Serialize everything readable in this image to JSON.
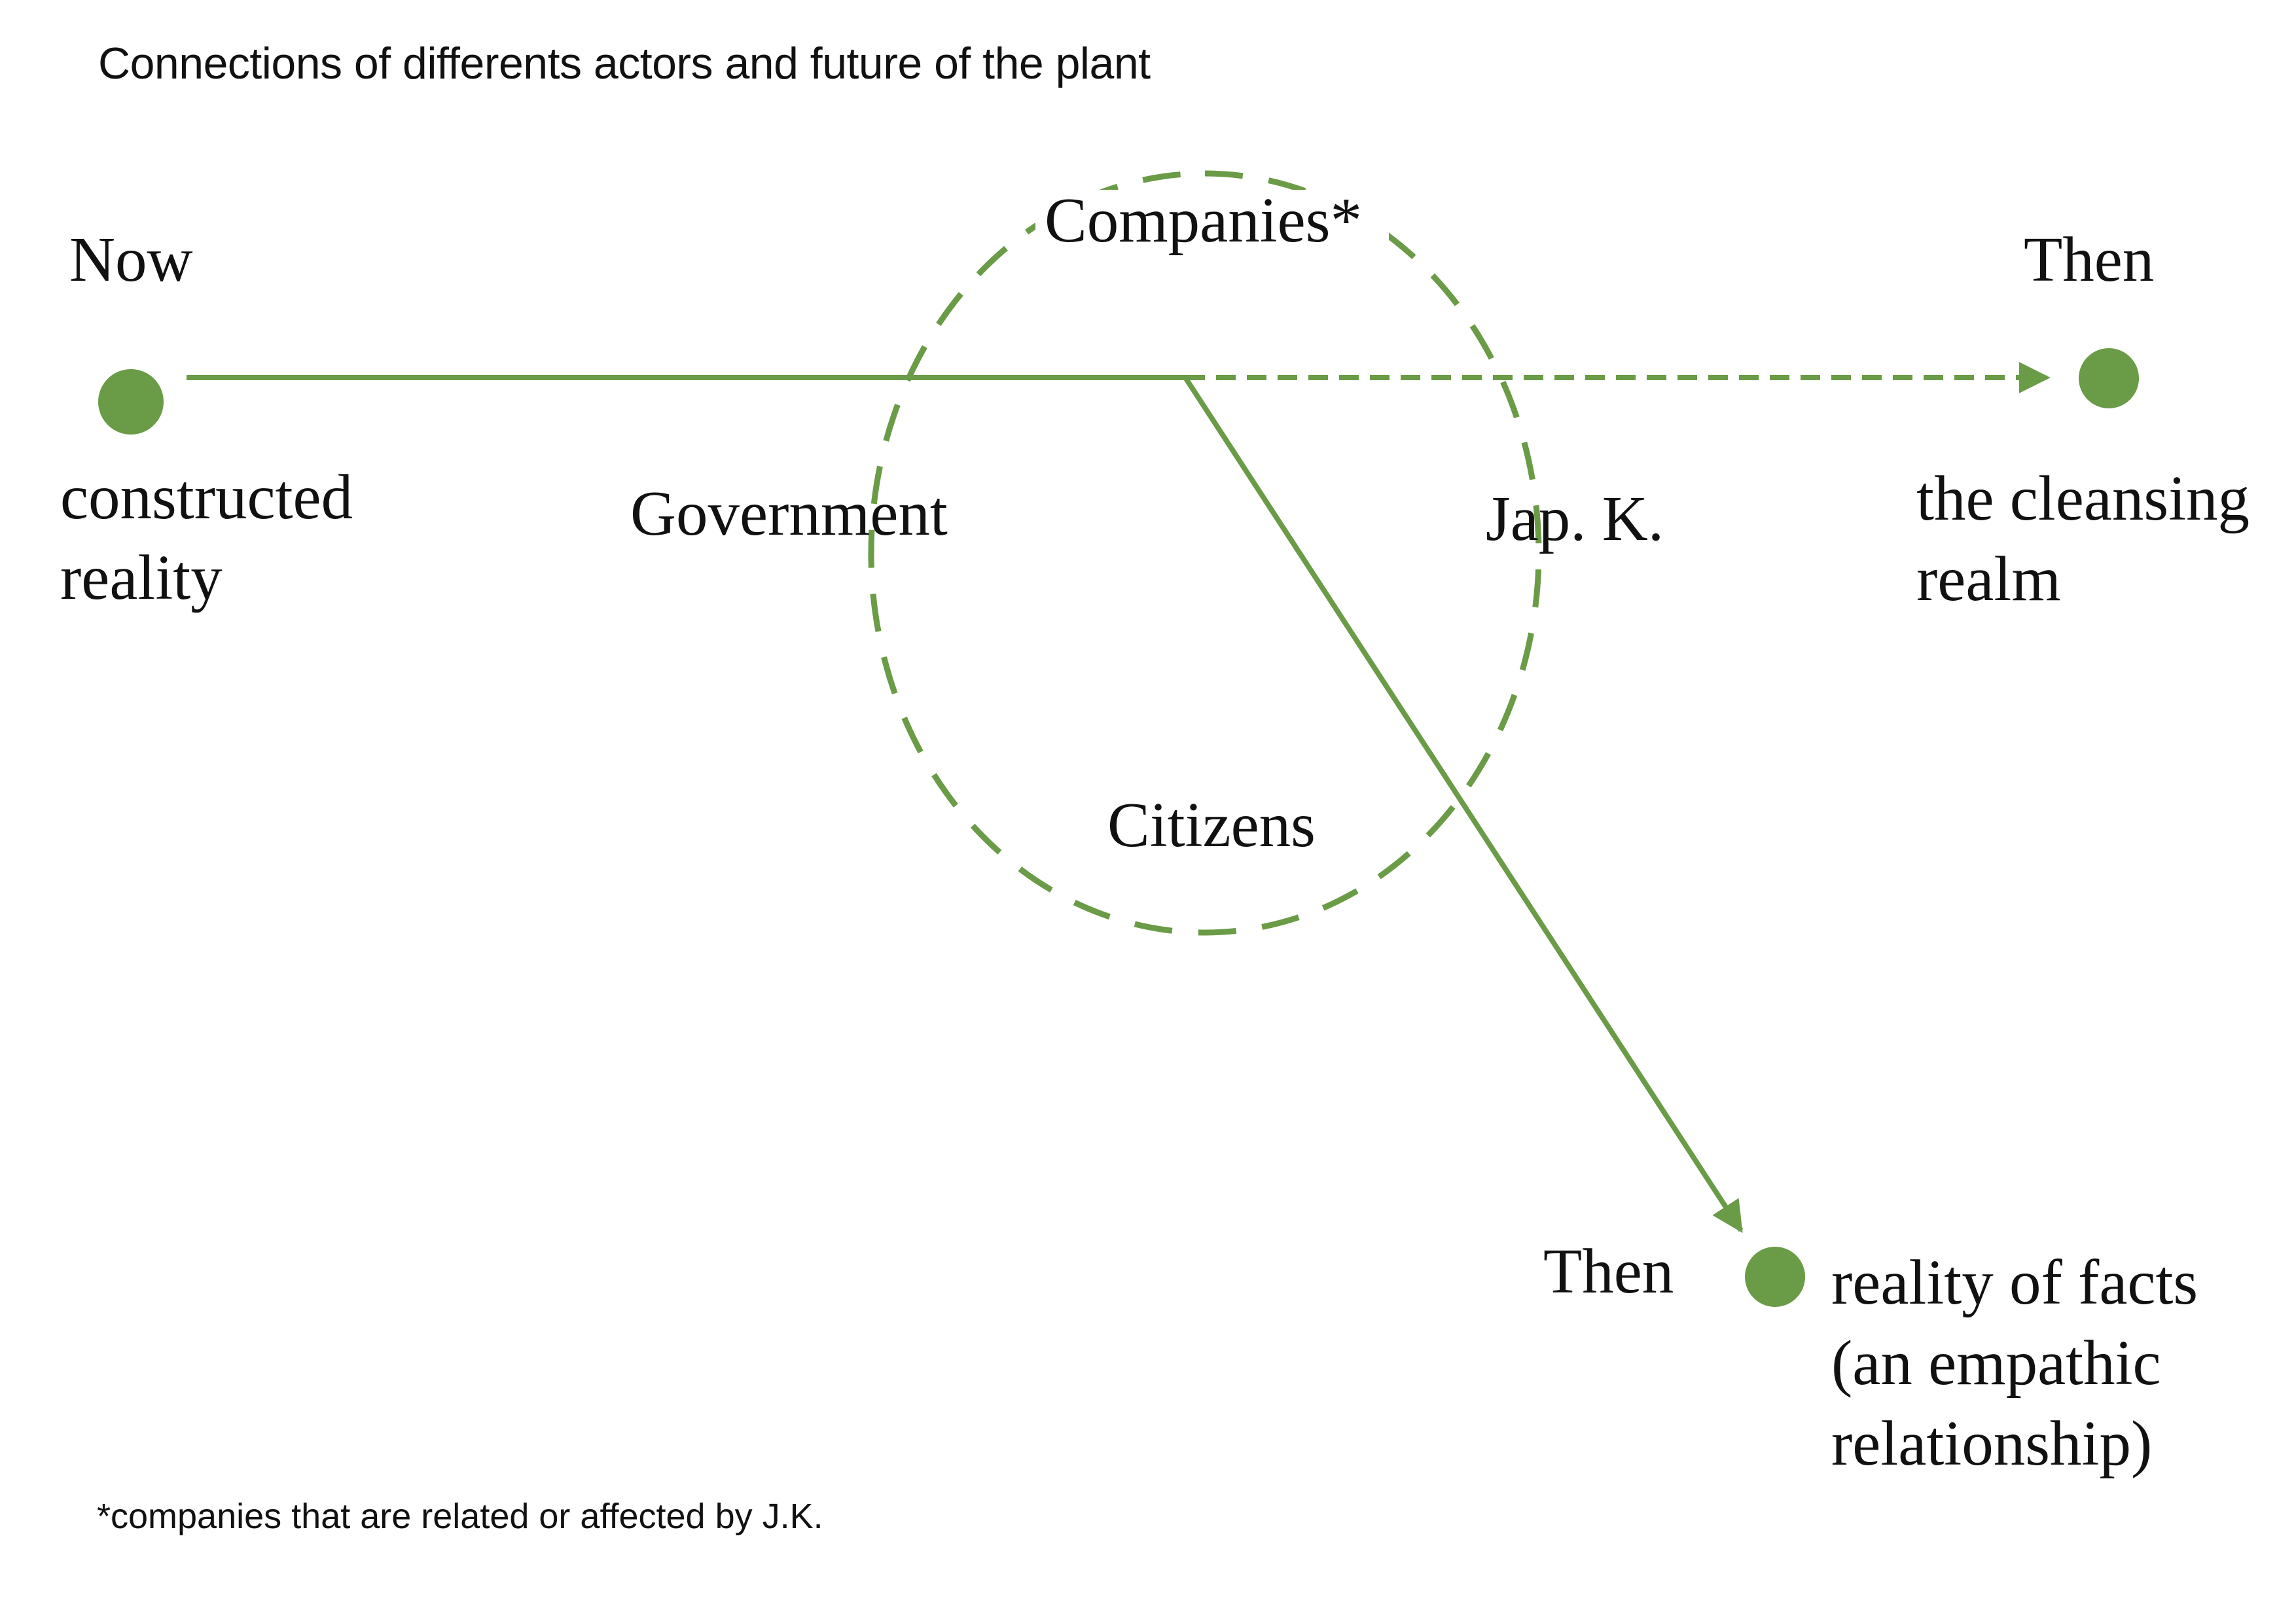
{
  "title": "Connections of differents actors and future of the plant",
  "colors": {
    "accent": "#6a9b46",
    "text": "#111111"
  },
  "nodes": {
    "now": {
      "heading": "Now",
      "caption_lines": [
        "constructed",
        "reality"
      ]
    },
    "then_right": {
      "heading": "Then",
      "caption_lines": [
        "the cleansing",
        "realm"
      ]
    },
    "then_bottom": {
      "heading": "Then",
      "caption_lines": [
        "reality of facts",
        "(an empathic",
        "relationship)"
      ]
    }
  },
  "actors": {
    "top": "Companies*",
    "left": "Government",
    "right": "Jap. K.",
    "bottom": "Citizens"
  },
  "footnote": "*companies that are related or affected by J.K."
}
